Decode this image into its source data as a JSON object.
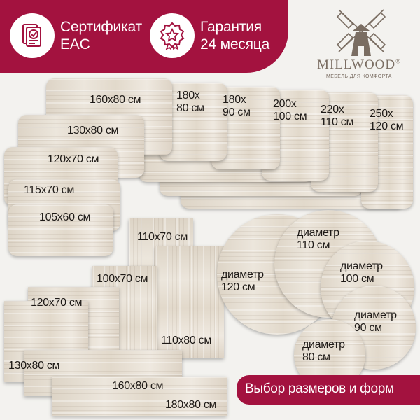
{
  "badges": {
    "certificate": {
      "line1": "Сертификат",
      "line2": "EAC",
      "icon": "certificate-icon"
    },
    "warranty": {
      "line1": "Гарантия",
      "line2": "24 месяца",
      "icon": "medal-icon"
    }
  },
  "brand": {
    "name": "MILLWOOD",
    "mark": "®",
    "tagline": "мебель для комфорта",
    "icon": "windmill-icon"
  },
  "rect_sizes": {
    "s160x80": "160x80 см",
    "s130x80": "130x80 см",
    "s120x70": "120x70 см",
    "s115x70": "115x70 см",
    "s105x60": "105x60 см",
    "s180x80_l1": "180x",
    "s180x80_l2": "80 см",
    "s180x90_l1": "180x",
    "s180x90_l2": "90 см",
    "s200x100_l1": "200x",
    "s200x100_l2": "100 см",
    "s220x110_l1": "220x",
    "s220x110_l2": "110 см",
    "s250x120_l1": "250x",
    "s250x120_l2": "120 см"
  },
  "loft_sizes": {
    "s110x70": "110x70 см",
    "s100x70": "100x70 см",
    "s120x70": "120x70 см",
    "s110x80": "110x80 см",
    "s130x80": "130x80 см",
    "s160x80": "160x80 см",
    "s180x80": "180x80 см"
  },
  "round_sizes": {
    "d120_l1": "диаметр",
    "d120_l2": "120 см",
    "d110_l1": "диаметр",
    "d110_l2": "110 см",
    "d100_l1": "диаметр",
    "d100_l2": "100 см",
    "d90_l1": "диаметр",
    "d90_l2": "90 см",
    "d80_l1": "диаметр",
    "d80_l2": "80 см"
  },
  "footer": {
    "label": "Выбор размеров и форм"
  },
  "colors": {
    "accent": "#a3123f",
    "wood": "#e6ded2",
    "text": "#1e1a17",
    "logo": "#7a6d62"
  }
}
